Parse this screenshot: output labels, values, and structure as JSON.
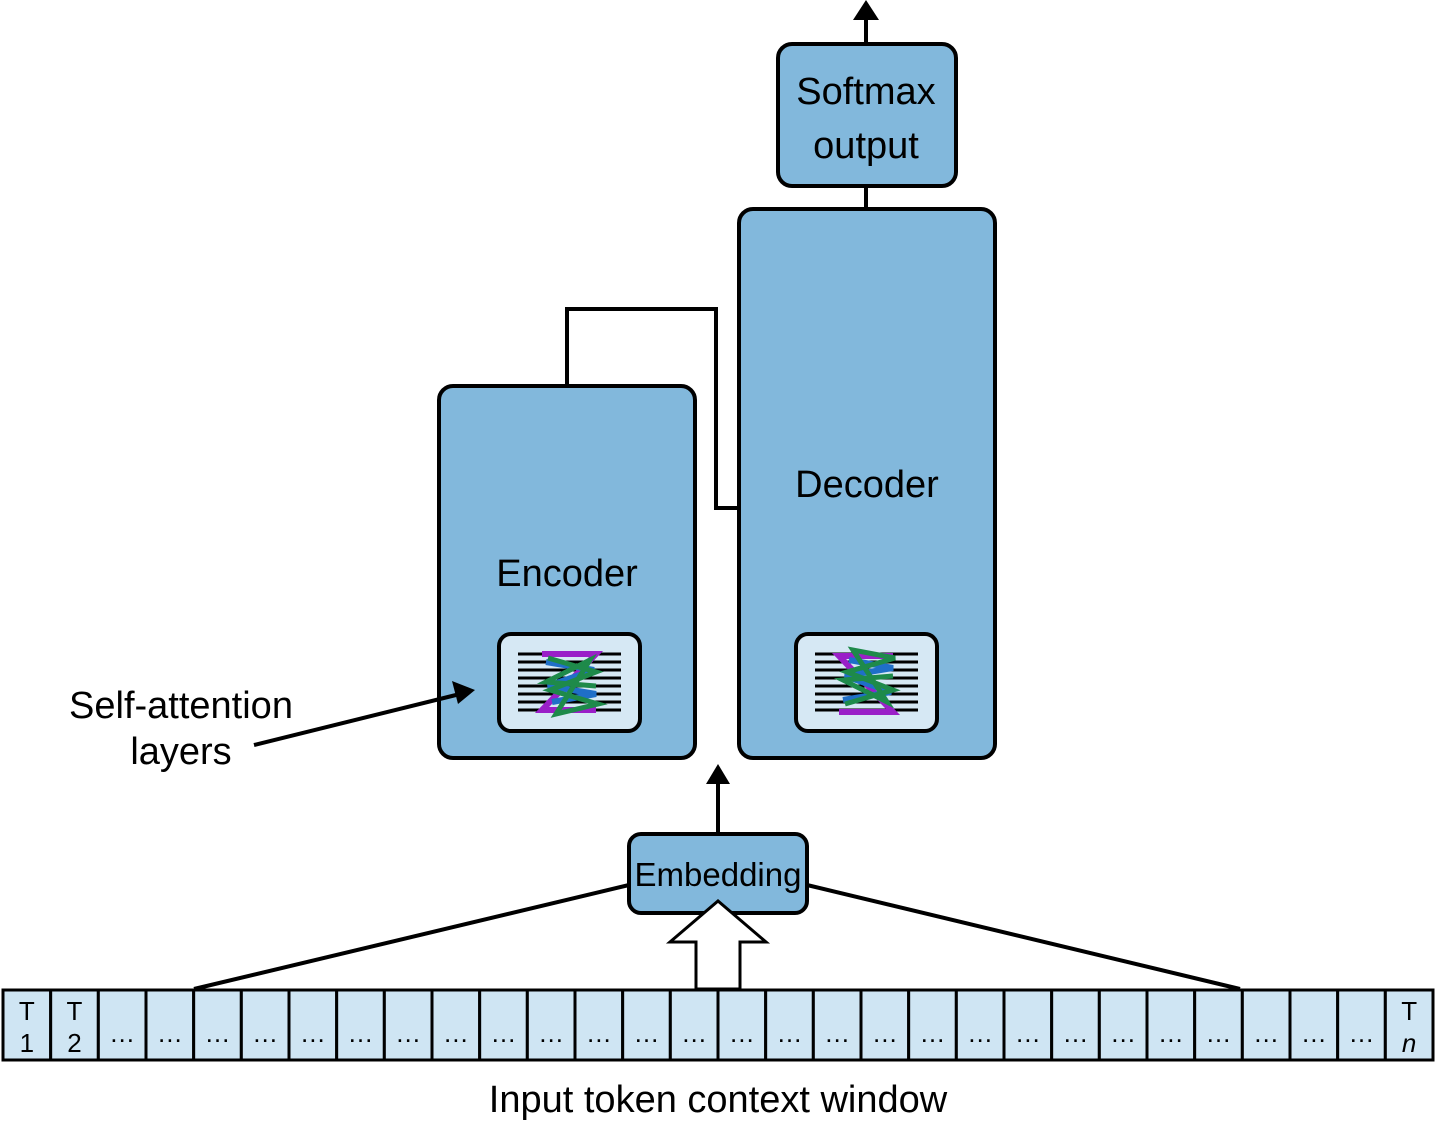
{
  "blocks": {
    "softmax": {
      "line1": "Softmax",
      "line2": "output"
    },
    "decoder": {
      "label": "Decoder"
    },
    "encoder": {
      "label": "Encoder"
    },
    "embedding": {
      "label": "Embedding"
    }
  },
  "annotation": {
    "line1": "Self-attention",
    "line2": "layers"
  },
  "tokens": {
    "first": {
      "top": "T",
      "bottom": "1"
    },
    "second": {
      "top": "T",
      "bottom": "2"
    },
    "ellipsis": "…",
    "last": {
      "top": "T",
      "bottom": "n"
    }
  },
  "caption": "Input token context window",
  "colors": {
    "block_fill": "#82B8DC",
    "token_fill": "#CFE5F3",
    "attention_panel": "#D6E8F4",
    "outline": "#000000",
    "attention_purple": "#9A1FC8",
    "attention_blue": "#1F6FC8",
    "attention_green": "#1E8A4A"
  }
}
